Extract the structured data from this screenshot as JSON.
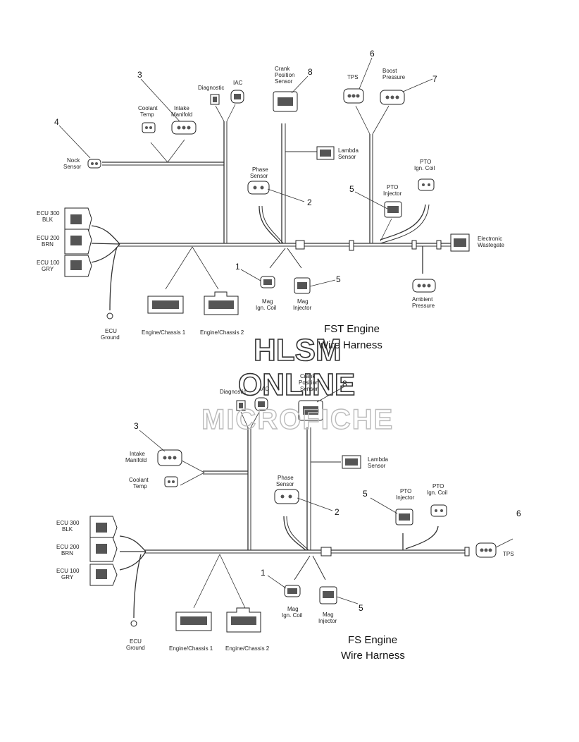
{
  "watermark": {
    "line1": "HLSM",
    "line2": "ONLINE",
    "line3": "MICROFICHE"
  },
  "fst": {
    "title_line1": "FST Engine",
    "title_line2": "Wire Harness",
    "labels": {
      "diagnostic": "Diagnostic",
      "iac": "IAC",
      "crank_l1": "Crank",
      "crank_l2": "Position",
      "crank_l3": "Sensor",
      "tps": "TPS",
      "boost_l1": "Boost",
      "boost_l2": "Pressure",
      "coolant_l1": "Coolant",
      "coolant_l2": "Temp",
      "intake_l1": "Intake",
      "intake_l2": "Manifold",
      "nock_l1": "Nock",
      "nock_l2": "Sensor",
      "lambda_l1": "Lambda",
      "lambda_l2": "Sensor",
      "pto_coil_l1": "PTO",
      "pto_coil_l2": "Ign. Coil",
      "phase_l1": "Phase",
      "phase_l2": "Sensor",
      "pto_inj_l1": "PTO",
      "pto_inj_l2": "Injector",
      "ecu300_l1": "ECU 300",
      "ecu300_l2": "BLK",
      "ecu200_l1": "ECU 200",
      "ecu200_l2": "BRN",
      "ecu100_l1": "ECU 100",
      "ecu100_l2": "GRY",
      "wastegate_l1": "Electronic",
      "wastegate_l2": "Wastegate",
      "ambient_l1": "Ambient",
      "ambient_l2": "Pressure",
      "mag_coil_l1": "Mag",
      "mag_coil_l2": "Ign. Coil",
      "mag_inj_l1": "Mag",
      "mag_inj_l2": "Injector",
      "ecu_ground_l1": "ECU",
      "ecu_ground_l2": "Ground",
      "chassis1": "Engine/Chassis 1",
      "chassis2": "Engine/Chassis 2"
    },
    "callouts": {
      "n1": "1",
      "n2": "2",
      "n3": "3",
      "n4": "4",
      "n5a": "5",
      "n5b": "5",
      "n6": "6",
      "n7": "7",
      "n8": "8"
    }
  },
  "fs": {
    "title_line1": "FS  Engine",
    "title_line2": "Wire Harness",
    "labels": {
      "diagnostic": "Diagnostic",
      "iac": "IAC",
      "crank_l1": "Crank",
      "crank_l2": "Position",
      "crank_l3": "Sensor",
      "intake_l1": "Intake",
      "intake_l2": "Manifold",
      "coolant_l1": "Coolant",
      "coolant_l2": "Temp",
      "lambda_l1": "Lambda",
      "lambda_l2": "Sensor",
      "phase_l1": "Phase",
      "phase_l2": "Sensor",
      "pto_inj_l1": "PTO",
      "pto_inj_l2": "Injector",
      "pto_coil_l1": "PTO",
      "pto_coil_l2": "Ign. Coil",
      "tps": "TPS",
      "ecu300_l1": "ECU 300",
      "ecu300_l2": "BLK",
      "ecu200_l1": "ECU 200",
      "ecu200_l2": "BRN",
      "ecu100_l1": "ECU 100",
      "ecu100_l2": "GRY",
      "mag_coil_l1": "Mag",
      "mag_coil_l2": "Ign. Coil",
      "mag_inj_l1": "Mag",
      "mag_inj_l2": "Injector",
      "ecu_ground_l1": "ECU",
      "ecu_ground_l2": "Ground",
      "chassis1": "Engine/Chassis 1",
      "chassis2": "Engine/Chassis 2"
    },
    "callouts": {
      "n1": "1",
      "n2": "2",
      "n3": "3",
      "n5a": "5",
      "n5b": "5",
      "n6": "6",
      "n8": "8"
    }
  }
}
